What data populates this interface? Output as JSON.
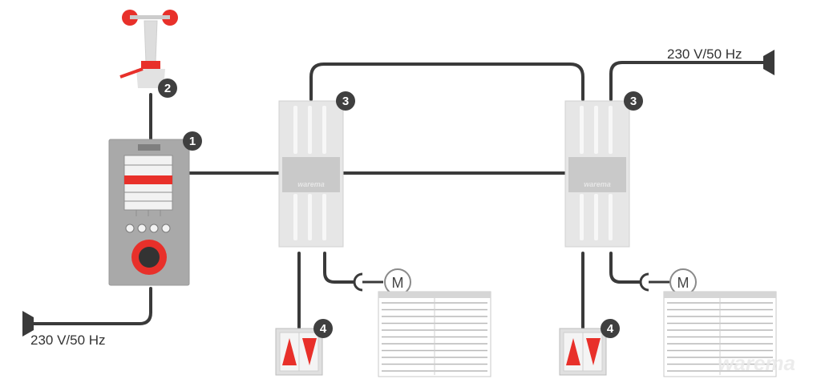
{
  "power_labels": {
    "top_right": "230 V/50 Hz",
    "bottom_left": "230 V/50 Hz"
  },
  "badges": {
    "control_unit": "1",
    "wind_sensor": "2",
    "actuator_left": "3",
    "actuator_right": "3",
    "switch_left": "4",
    "switch_right": "4"
  },
  "motor_label": "M",
  "brand_text": "warema",
  "icons": {
    "wind_sensor": "anemometer-icon",
    "motor": "motor-icon",
    "switch": "up-down-arrows-icon",
    "blind": "venetian-blind-icon",
    "plug": "plug-icon"
  },
  "colors": {
    "accent": "#e8302a",
    "line": "#3a3a3a",
    "badge": "#3f3f3f",
    "panel": "#a9a9a9",
    "module": "#e6e6e6"
  }
}
